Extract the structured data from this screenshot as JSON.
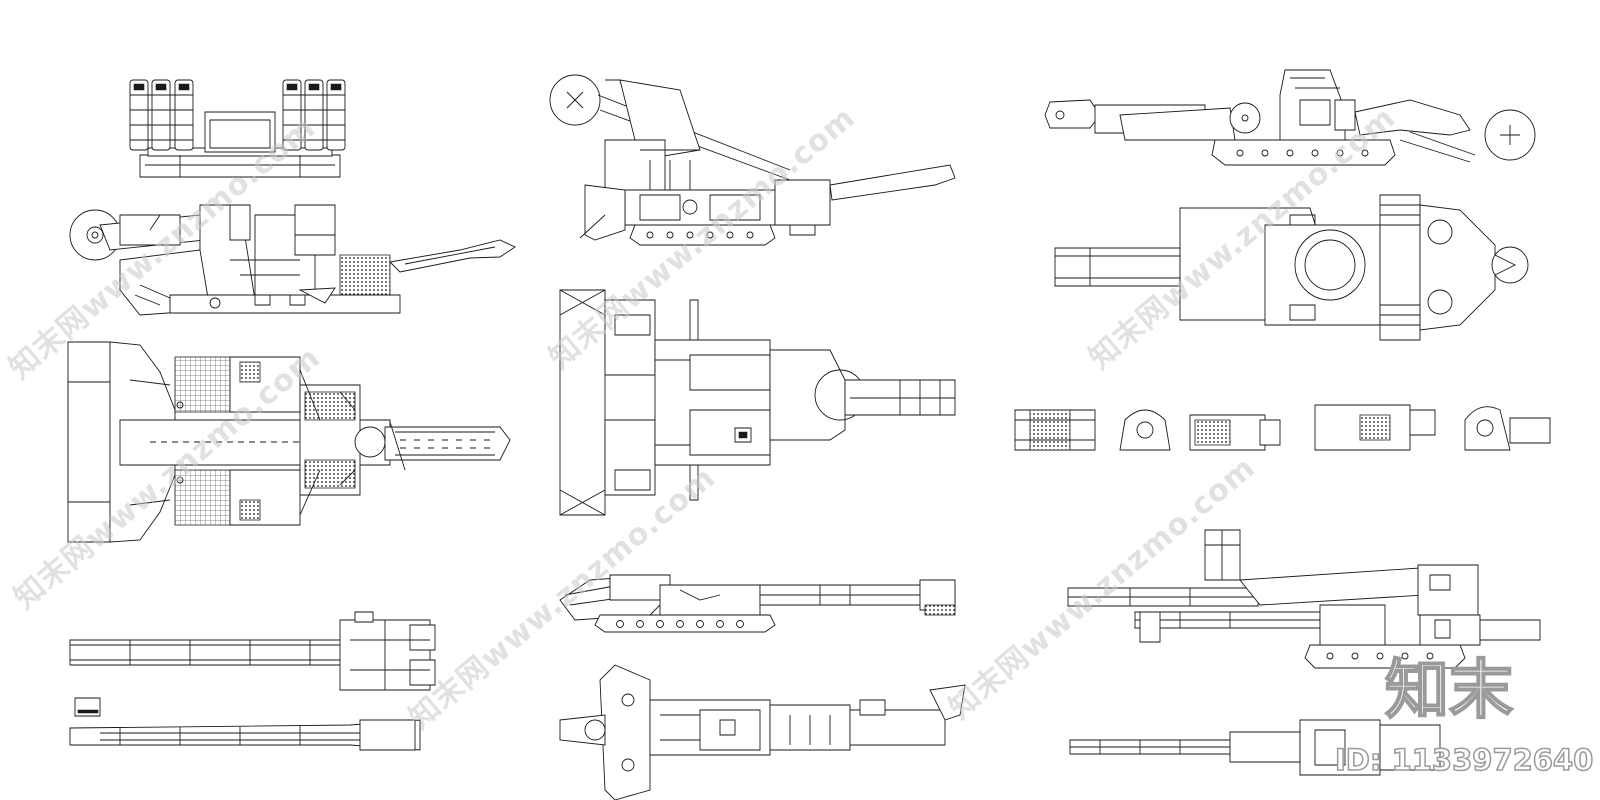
{
  "watermark": {
    "text": "知末网www.znzmo.com",
    "color": "#c8c8c8"
  },
  "logo": {
    "brand_text": "知末",
    "id_text": "ID: 1133972640"
  },
  "colors": {
    "line": "#1a1a1a",
    "background": "#ffffff"
  }
}
